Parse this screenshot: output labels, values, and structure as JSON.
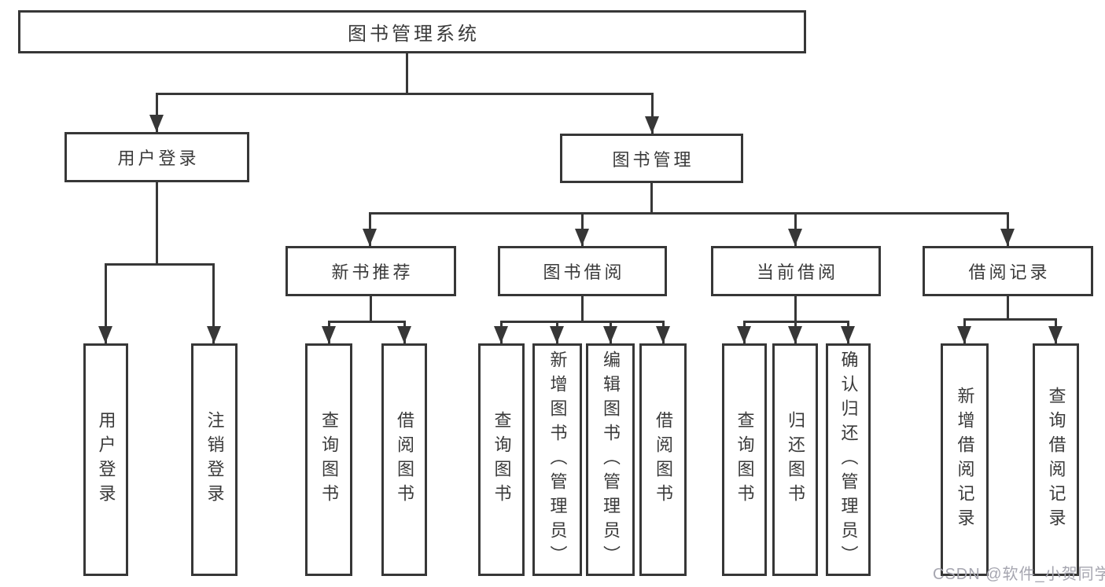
{
  "diagram_title": "图书管理系统",
  "tree": {
    "label": "图书管理系统",
    "children": [
      {
        "label": "用户登录",
        "children": [
          {
            "label": "用户登录"
          },
          {
            "label": "注销登录"
          }
        ]
      },
      {
        "label": "图书管理",
        "children": [
          {
            "label": "新书推荐",
            "children": [
              {
                "label": "查询图书"
              },
              {
                "label": "借阅图书"
              }
            ]
          },
          {
            "label": "图书借阅",
            "children": [
              {
                "label": "查询图书"
              },
              {
                "label": "新增图书（管理员）"
              },
              {
                "label": "编辑图书（管理员）"
              },
              {
                "label": "借阅图书"
              }
            ]
          },
          {
            "label": "当前借阅",
            "children": [
              {
                "label": "查询图书"
              },
              {
                "label": "归还图书"
              },
              {
                "label": "确认归还（管理员）"
              }
            ]
          },
          {
            "label": "借阅记录",
            "children": [
              {
                "label": "新增借阅记录"
              },
              {
                "label": "查询借阅记录"
              }
            ]
          }
        ]
      }
    ]
  },
  "watermark": {
    "text": "CSDN @软件_小贺同学"
  },
  "colors": {
    "line": "#373737",
    "node_border": "#373737",
    "node_text": "#3a3a3a",
    "watermark_text": "#a6a6b0",
    "background": "#ffffff"
  },
  "icons": {
    "arrowhead": "filled-triangle-down"
  }
}
